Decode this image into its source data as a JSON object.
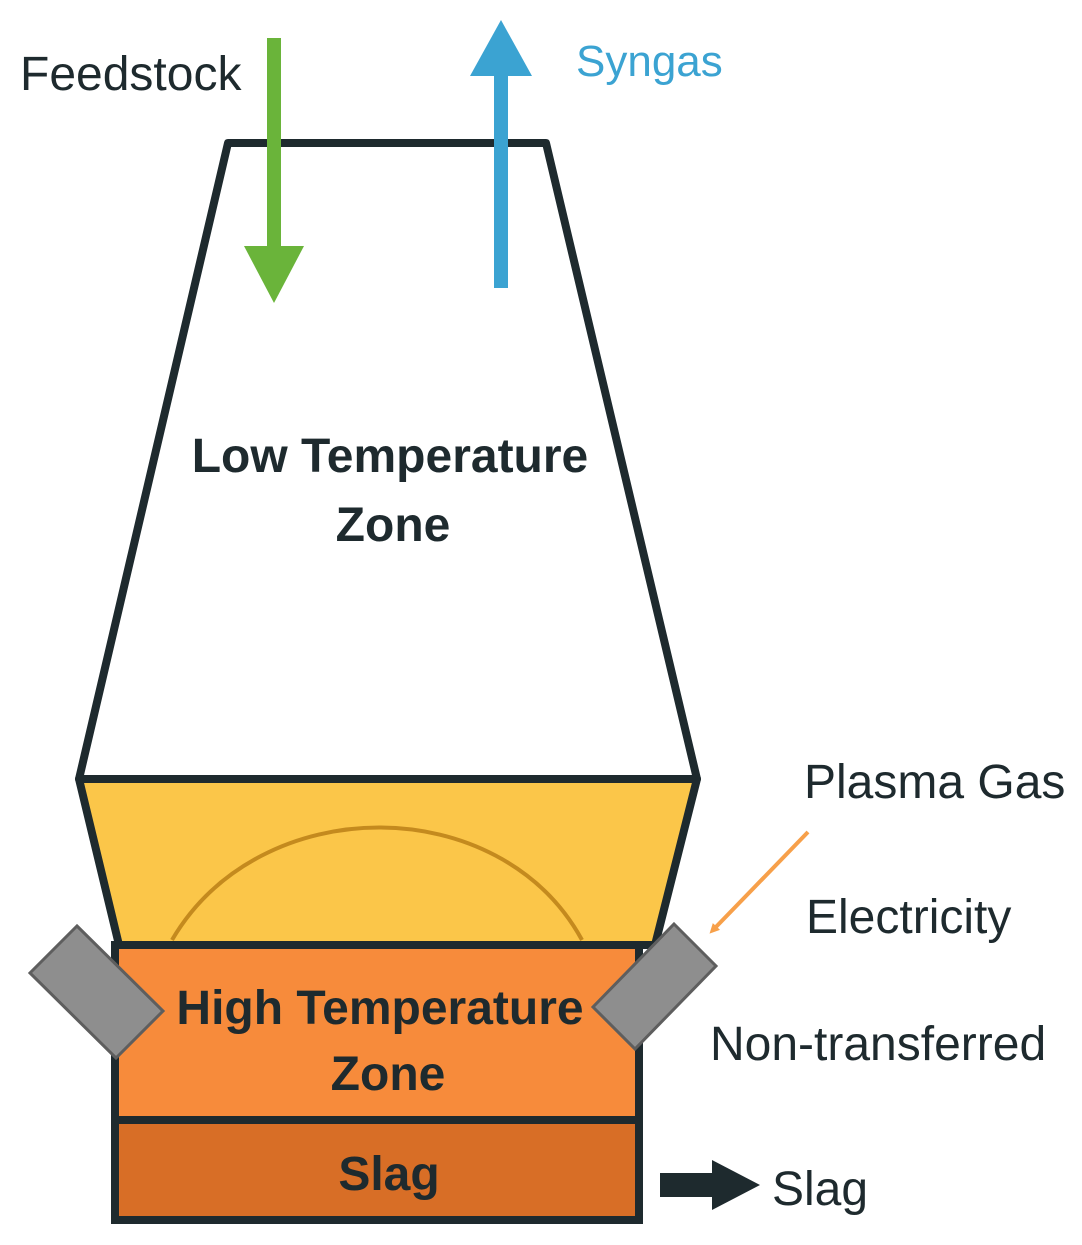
{
  "labels": {
    "feedstock": "Feedstock",
    "syngas": "Syngas",
    "low_zone_line1": "Low Temperature",
    "low_zone_line2": "Zone",
    "high_zone_line1": "High Temperature",
    "high_zone_line2": "Zone",
    "slag_layer": "Slag",
    "plasma_gas": "Plasma Gas",
    "electricity": "Electricity",
    "non_transferred": "Non-transferred",
    "slag_output": "Slag"
  },
  "colors": {
    "outline": "#1e2a2e",
    "feedstock_arrow": "#6ab43a",
    "syngas_arrow": "#3ba3d2",
    "syngas_text": "#3ba3d2",
    "transition_zone": "#fbc649",
    "high_zone": "#f78b3b",
    "slag_layer": "#d86e26",
    "torch": "#8e8e8e",
    "plasma_arrow": "#f7a04a",
    "dome_line": "#c48a1e"
  }
}
